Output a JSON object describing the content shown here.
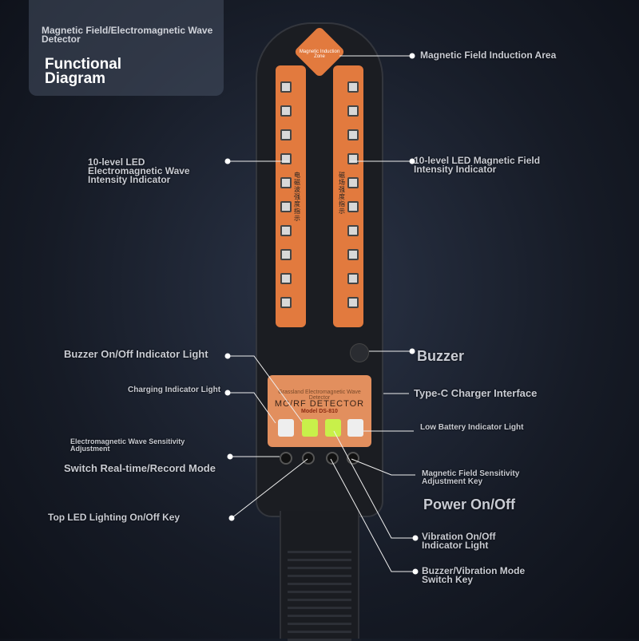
{
  "title_box": {
    "subtitle": "Magnetic Field/Electromagnetic Wave Detector",
    "title": "Functional Diagram"
  },
  "device": {
    "diamond_text": "Magnetic Induction Zone",
    "panel_sub": "Grassland Electromagnetic Wave Detector",
    "panel_title": "MC/RF DETECTOR",
    "panel_model": "Model DS-810",
    "left_strip_text": "电磁波强度指示",
    "right_strip_text": "磁场强度指示"
  },
  "labels": {
    "magnetic_area": "Magnetic Field Induction Area",
    "led_em": "10-level LED Electromagnetic Wave Intensity Indicator",
    "led_mag": "10-level LED Magnetic Field Intensity Indicator",
    "buzzer_ind": "Buzzer On/Off Indicator Light",
    "buzzer": "Buzzer",
    "charging": "Charging Indicator Light",
    "typec": "Type-C Charger Interface",
    "low_batt": "Low Battery Indicator Light",
    "em_sens": "Electromagnetic Wave Sensitivity Adjustment",
    "switch_mode": "Switch Real-time/Record Mode",
    "mag_sens": "Magnetic Field Sensitivity Adjustment Key",
    "power": "Power On/Off",
    "top_led": "Top LED Lighting On/Off Key",
    "vibration": "Vibration On/Off Indicator Light",
    "buzz_vib": "Buzzer/Vibration Mode Switch Key"
  }
}
